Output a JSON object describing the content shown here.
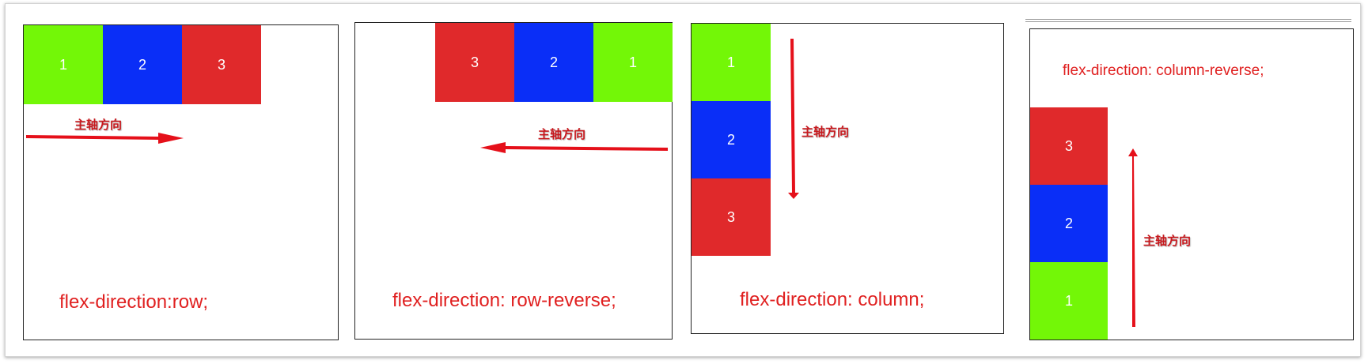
{
  "colors": {
    "green": "#73f707",
    "blue": "#0a2ef7",
    "red": "#e0292b",
    "caption_red": "#e02020",
    "arrow_red": "#e5101a"
  },
  "panels": [
    {
      "caption": "flex-direction:row;",
      "axis_label": "主轴方向",
      "axis_direction": "right",
      "boxes": [
        "1",
        "2",
        "3"
      ]
    },
    {
      "caption": "flex-direction: row-reverse;",
      "axis_label": "主轴方向",
      "axis_direction": "left",
      "boxes": [
        "3",
        "2",
        "1"
      ]
    },
    {
      "caption": "flex-direction: column;",
      "axis_label": "主轴方向",
      "axis_direction": "down",
      "boxes": [
        "1",
        "2",
        "3"
      ]
    },
    {
      "caption": "flex-direction: column-reverse;",
      "axis_label": "主轴方向",
      "axis_direction": "up",
      "boxes": [
        "3",
        "2",
        "1"
      ]
    }
  ]
}
